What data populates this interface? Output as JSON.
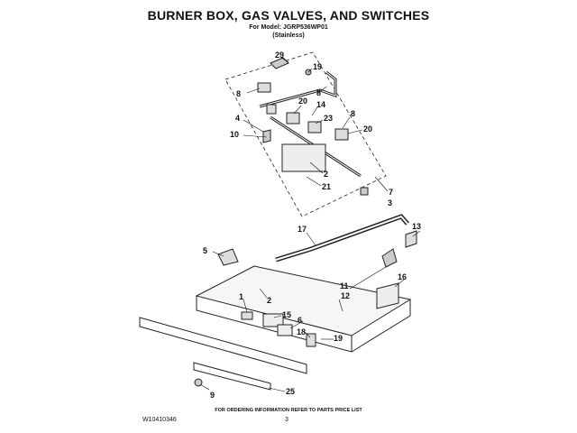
{
  "header": {
    "title": "BURNER BOX, GAS VALVES, AND SWITCHES",
    "model": "For Model: JGRP536WP01",
    "finish": "(Stainless)"
  },
  "footer": {
    "doc_number": "W10410346",
    "note": "FOR ORDERING INFORMATION REFER TO PARTS PRICE LIST",
    "page": "3"
  },
  "callouts": {
    "c29": "29",
    "c19a": "19",
    "c8a": "8",
    "c20a": "20",
    "c8b": "8",
    "c14": "14",
    "c4": "4",
    "c23": "23",
    "c8c": "8",
    "c10": "10",
    "c20b": "20",
    "c2a": "2",
    "c21": "21",
    "c7": "7",
    "c3": "3",
    "c17": "17",
    "c13": "13",
    "c5": "5",
    "c16": "16",
    "c11": "11",
    "c12": "12",
    "c1": "1",
    "c2b": "2",
    "c15": "15",
    "c6": "6",
    "c18": "18",
    "c19b": "19",
    "c9": "9",
    "c25": "25"
  }
}
